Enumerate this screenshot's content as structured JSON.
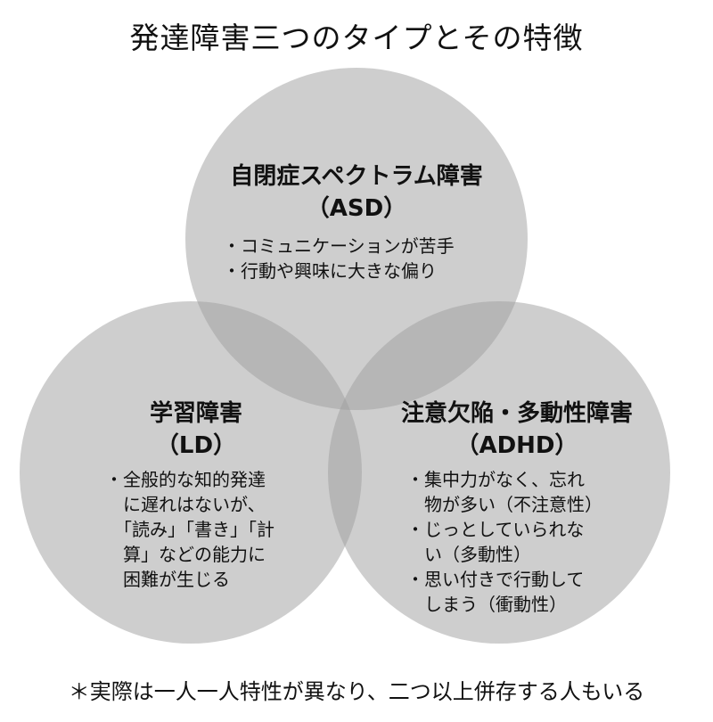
{
  "title": "発達障害三つのタイプとその特徴",
  "colors": {
    "circle_fill": "#9e9e9e",
    "circle_opacity": "0.5",
    "text": "#111111",
    "background": "#ffffff"
  },
  "circles": {
    "asd": {
      "name": "自閉症スペクトラム障害",
      "abbr": "（ASD）",
      "lines": [
        "・コミュニケーションが苦手",
        "・行動や興味に大きな偏り"
      ]
    },
    "ld": {
      "name": "学習障害",
      "abbr": "（LD）",
      "lines": [
        "・全般的な知的発達",
        "　に遅れはないが、",
        "　「読み」「書き」「計",
        "　算」などの能力に",
        "　困難が生じる"
      ]
    },
    "adhd": {
      "name": "注意欠陥・多動性障害",
      "abbr": "（ADHD）",
      "lines": [
        "・集中力がなく、忘れ",
        "　物が多い（不注意性）",
        "・じっとしていられな",
        "　い（多動性）",
        "・思い付きで行動して",
        "　しまう（衝動性）"
      ]
    }
  },
  "footnote": "＊実際は一人一人特性が異なり、二つ以上併存する人もいる"
}
